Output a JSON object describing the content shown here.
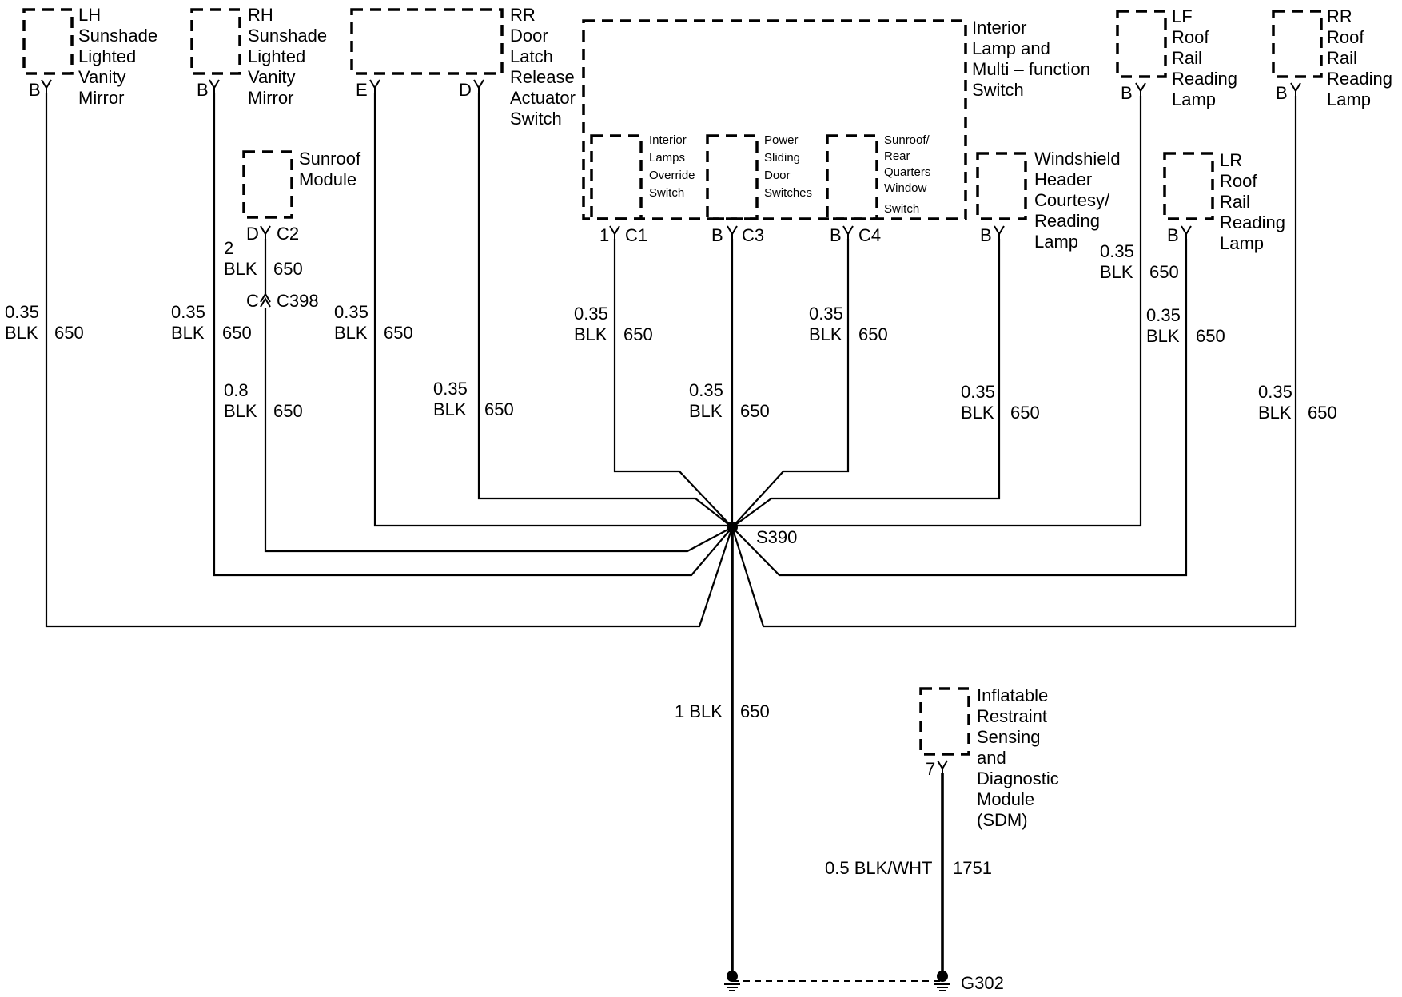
{
  "components": {
    "lh_vanity": [
      "LH",
      "Sunshade",
      "Lighted",
      "Vanity",
      "Mirror"
    ],
    "rh_vanity": [
      "RH",
      "Sunshade",
      "Lighted",
      "Vanity",
      "Mirror"
    ],
    "rr_door_latch": [
      "RR",
      "Door",
      "Latch",
      "Release",
      "Actuator",
      "Switch"
    ],
    "interior_lamp_switch": [
      "Interior",
      "Lamp and",
      "Multi – function",
      "Switch"
    ],
    "lf_roof_lamp": [
      "LF",
      "Roof",
      "Rail",
      "Reading",
      "Lamp"
    ],
    "rr_roof_lamp": [
      "RR",
      "Roof",
      "Rail",
      "Reading",
      "Lamp"
    ],
    "sunroof_module": [
      "Sunroof",
      "Module"
    ],
    "override_switch": [
      "Interior",
      "Lamps",
      "Override",
      "Switch"
    ],
    "sliding_door_switches": [
      "Power",
      "Sliding",
      "Door",
      "Switches"
    ],
    "sunroof_window_switch": [
      "Sunroof/",
      "Rear",
      "Quarters",
      "Window",
      "Switch"
    ],
    "windshield_lamp": [
      "Windshield",
      "Header",
      "Courtesy/",
      "Reading",
      "Lamp"
    ],
    "lr_roof_lamp": [
      "LR",
      "Roof",
      "Rail",
      "Reading",
      "Lamp"
    ],
    "sdm": [
      "Inflatable",
      "Restraint",
      "Sensing",
      "and",
      "Diagnostic",
      "Module",
      "(SDM)"
    ]
  },
  "pins": {
    "lh": "B",
    "rh": "B",
    "rr_e": "E",
    "rr_d": "D",
    "sunroof_d": "D",
    "sunroof_c2": "C2",
    "c1_pin": "1",
    "c1": "C1",
    "c3_pin": "B",
    "c3": "C3",
    "c4_pin": "B",
    "c4": "C4",
    "windshield": "B",
    "lf": "B",
    "lr": "B",
    "rr_roof": "B",
    "sdm": "7"
  },
  "inline_connector": {
    "pin": "C",
    "name": "C398"
  },
  "wires": {
    "w_lh": {
      "gauge": "0.35",
      "color": "BLK",
      "circuit": "650"
    },
    "w_rh": {
      "gauge": "0.35",
      "color": "BLK",
      "circuit": "650"
    },
    "w_sun_top": {
      "gauge": "2",
      "color": "BLK",
      "circuit": "650"
    },
    "w_sun_bot": {
      "gauge": "0.8",
      "color": "BLK",
      "circuit": "650"
    },
    "w_rr_e": {
      "gauge": "0.35",
      "color": "BLK",
      "circuit": "650"
    },
    "w_rr_d": {
      "gauge": "0.35",
      "color": "BLK",
      "circuit": "650"
    },
    "w_c1": {
      "gauge": "0.35",
      "color": "BLK",
      "circuit": "650"
    },
    "w_c3": {
      "gauge": "0.35",
      "color": "BLK",
      "circuit": "650"
    },
    "w_c4": {
      "gauge": "0.35",
      "color": "BLK",
      "circuit": "650"
    },
    "w_wind": {
      "gauge": "0.35",
      "color": "BLK",
      "circuit": "650"
    },
    "w_lf": {
      "gauge": "0.35",
      "color": "BLK",
      "circuit": "650"
    },
    "w_lr": {
      "gauge": "0.35",
      "color": "BLK",
      "circuit": "650"
    },
    "w_rr_roof": {
      "gauge": "0.35",
      "color": "BLK",
      "circuit": "650"
    },
    "w_main": {
      "label": "1 BLK",
      "circuit": "650"
    },
    "w_sdm": {
      "label": "0.5 BLK/WHT",
      "circuit": "1751"
    }
  },
  "splice": "S390",
  "ground": "G302"
}
